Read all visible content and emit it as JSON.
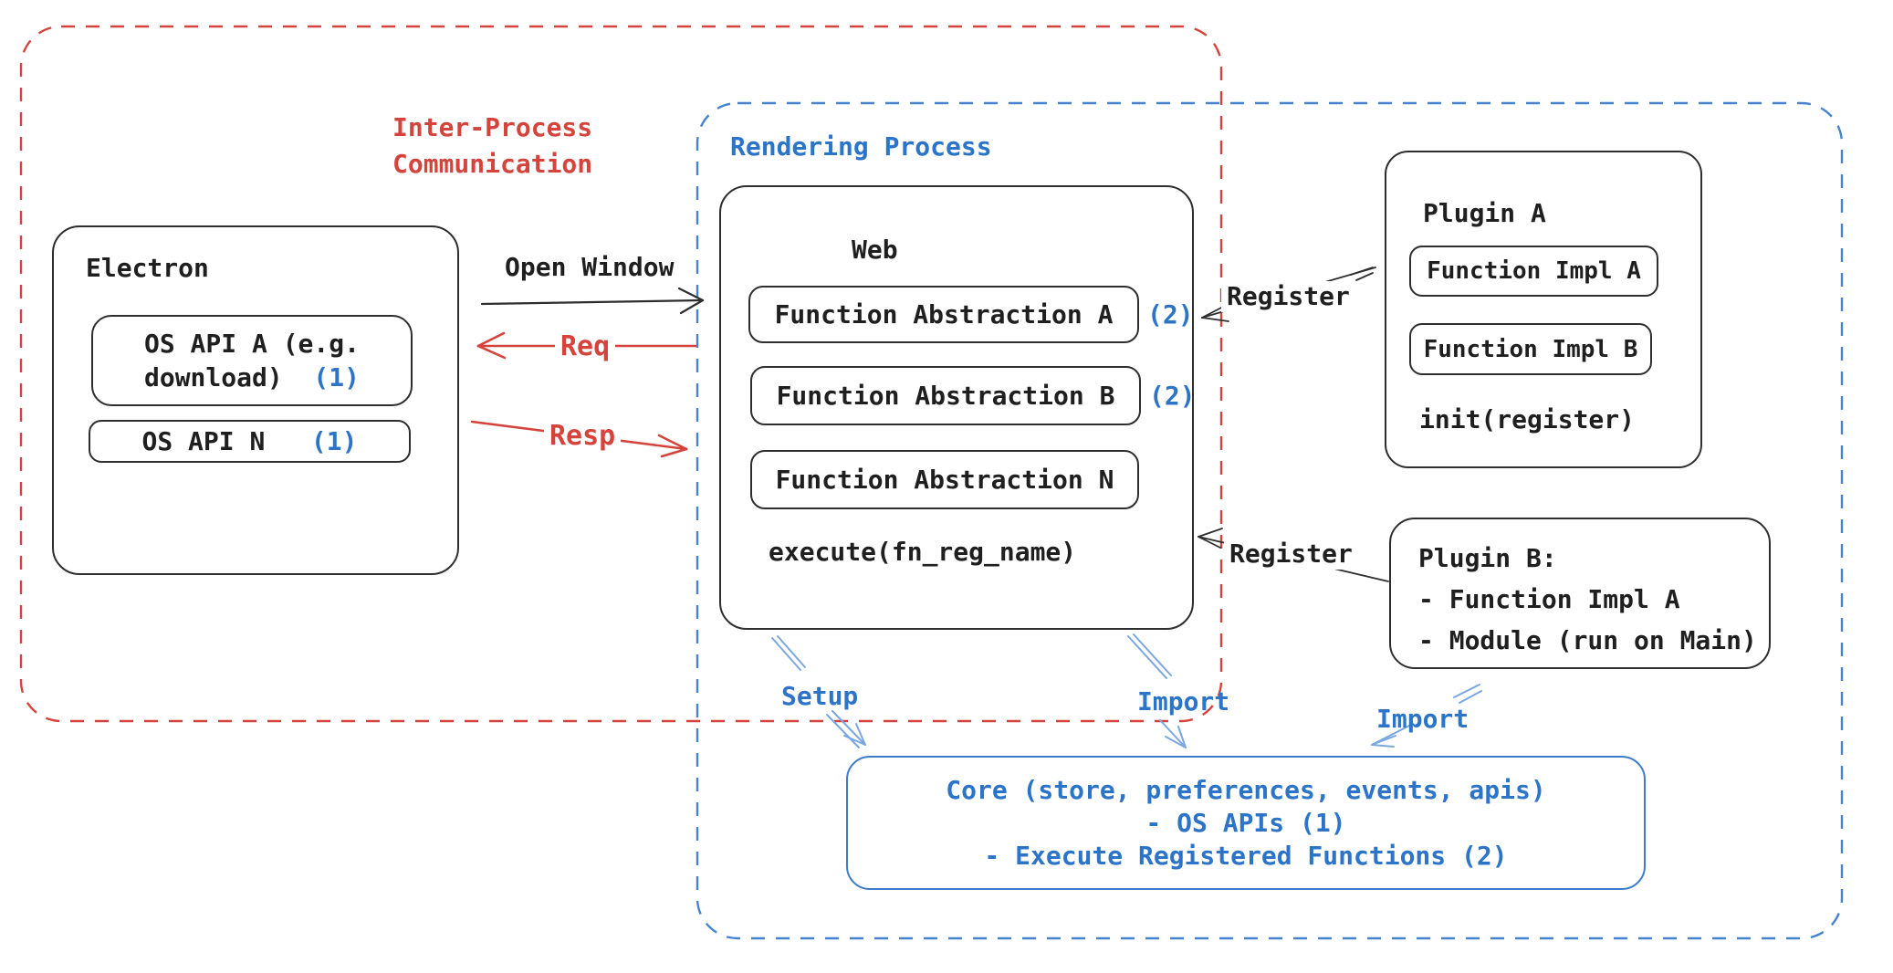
{
  "regions": {
    "ipc": {
      "line1": "Inter-Process",
      "line2": "Communication"
    },
    "rendering": {
      "label": "Rendering Process"
    }
  },
  "electron": {
    "title": "Electron",
    "api_a": {
      "line1": "OS API A (e.g.",
      "line2": "download)",
      "badge": "(1)"
    },
    "api_n": {
      "label": "OS API N",
      "badge": "(1)"
    }
  },
  "web": {
    "title": "Web",
    "items": [
      {
        "label": "Function Abstraction A",
        "badge": "(2)"
      },
      {
        "label": "Function Abstraction B",
        "badge": "(2)"
      },
      {
        "label": "Function Abstraction N",
        "badge": ""
      }
    ],
    "execute": "execute(fn_reg_name)"
  },
  "plugin_a": {
    "title": "Plugin A",
    "impl_a": "Function Impl A",
    "impl_b": "Function Impl B",
    "init": "init(register)"
  },
  "plugin_b": {
    "line1": "Plugin B:",
    "line2": "- Function Impl A",
    "line3": "- Module (run on Main)"
  },
  "core": {
    "line1": "Core (store, preferences, events, apis)",
    "line2": "- OS APIs (1)",
    "line3": "- Execute Registered Functions (2)"
  },
  "arrow_labels": {
    "open_window": "Open Window",
    "req": "Req",
    "resp": "Resp",
    "register_top": "Register",
    "register_bottom": "Register",
    "setup": "Setup",
    "import_web": "Import",
    "import_plugin": "Import"
  },
  "colors": {
    "ink": "#2e2e2e",
    "red": "#d5443c",
    "blue_text": "#2b74c8",
    "blue_dash": "#4683cf",
    "blue_arrow": "#7aa7e0",
    "core_border": "#3e7cc9"
  }
}
